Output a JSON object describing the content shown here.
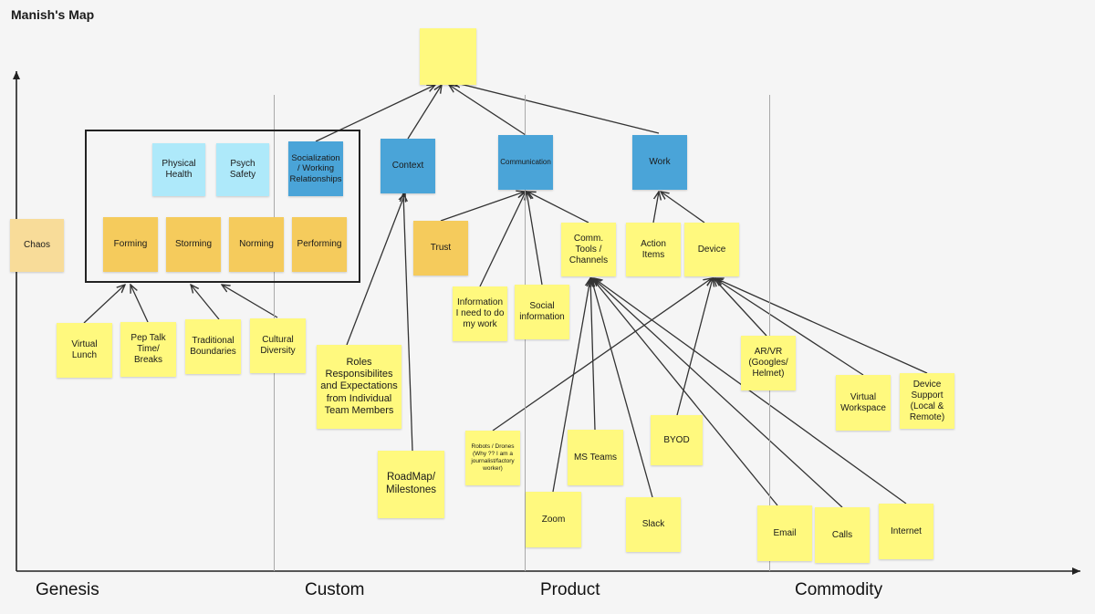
{
  "title": "Manish's Map",
  "stages": [
    "Genesis",
    "Custom",
    "Product",
    "Commodity"
  ],
  "notes": {
    "top": "",
    "chaos": "Chaos",
    "physical_health": "Physical Health",
    "psych_safety": "Psych Safety",
    "socialization": "Socialization / Working Relationships",
    "context": "Context",
    "communication": "Communication",
    "work": "Work",
    "forming": "Forming",
    "storming": "Storming",
    "norming": "Norming",
    "performing": "Performing",
    "trust": "Trust",
    "comm_tools": "Comm. Tools / Channels",
    "action_items": "Action Items",
    "device": "Device",
    "info_need": "Information I need to do my work",
    "social_info": "Social information",
    "virtual_lunch": "Virtual Lunch",
    "pep_talk": "Pep Talk Time/ Breaks",
    "traditional": "Traditional Boundaries",
    "cultural": "Cultural Diversity",
    "roles": "Roles Responsibilites and Expectations from Individual Team Members",
    "arvr": "AR/VR (Googles/ Helmet)",
    "virtual_workspace": "Virtual Workspace",
    "device_support": "Device Support (Local & Remote)",
    "robots": "Robots / Drones (Why ?? I am a journalist/factory worker)",
    "ms_teams": "MS Teams",
    "byod": "BYOD",
    "roadmap": "RoadMap/ Milestones",
    "zoom": "Zoom",
    "slack": "Slack",
    "email": "Email",
    "calls": "Calls",
    "internet": "Internet"
  }
}
